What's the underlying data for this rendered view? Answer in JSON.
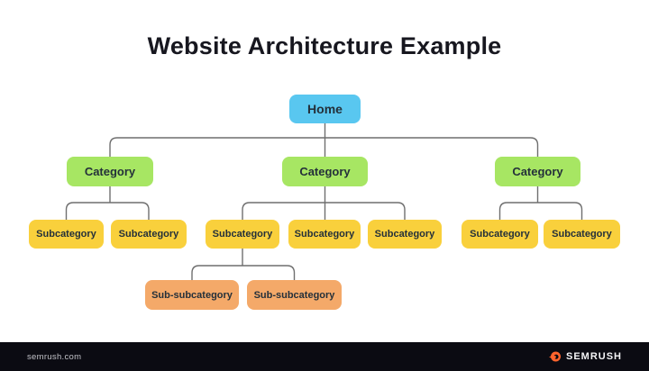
{
  "title": "Website Architecture Example",
  "colors": {
    "home": "#59C7F0",
    "category": "#A7E663",
    "subcategory": "#F9D03C",
    "subsubcategory": "#F4A969",
    "connector": "#6F6F6F",
    "footer_bg": "#0B0B12",
    "accent": "#FF642D"
  },
  "tree": {
    "root": {
      "label": "Home"
    },
    "categories": [
      {
        "label": "Category",
        "children": [
          {
            "label": "Subcategory"
          },
          {
            "label": "Subcategory"
          }
        ]
      },
      {
        "label": "Category",
        "children": [
          {
            "label": "Subcategory",
            "children": [
              {
                "label": "Sub-subcategory"
              },
              {
                "label": "Sub-subcategory"
              }
            ]
          },
          {
            "label": "Subcategory"
          },
          {
            "label": "Subcategory"
          }
        ]
      },
      {
        "label": "Category",
        "children": [
          {
            "label": "Subcategory"
          },
          {
            "label": "Subcategory"
          }
        ]
      }
    ]
  },
  "footer": {
    "site": "semrush.com",
    "brand": "SEMRUSH"
  }
}
